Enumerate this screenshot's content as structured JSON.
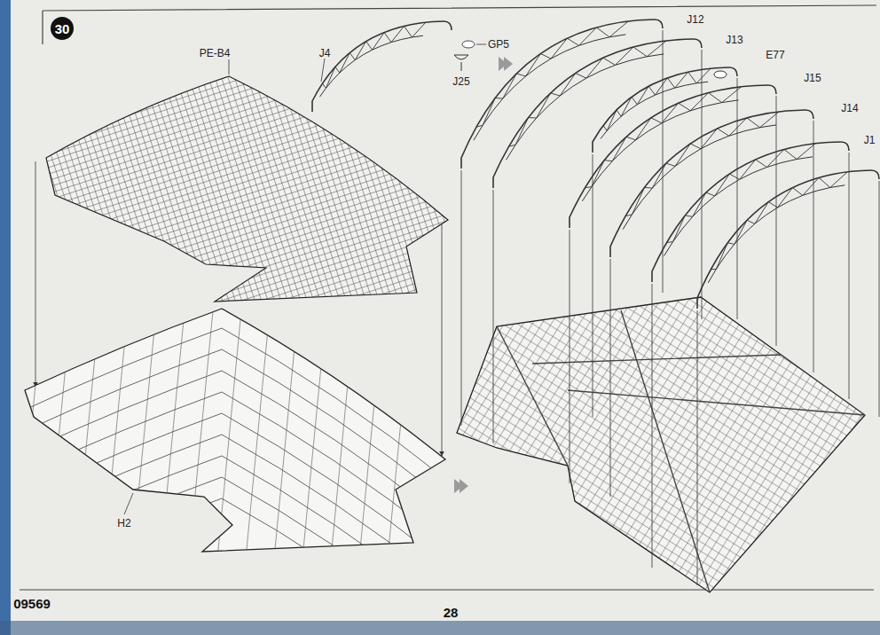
{
  "diagram": {
    "nodes": [
      {
        "text": [
          "30"
        ]
      }
    ],
    "labels": [
      "PE-B4",
      "J4",
      "GP5",
      "J25",
      "J12",
      "J13",
      "E77",
      "J15",
      "J14",
      "J1",
      "H2",
      "09569",
      "28"
    ]
  }
}
